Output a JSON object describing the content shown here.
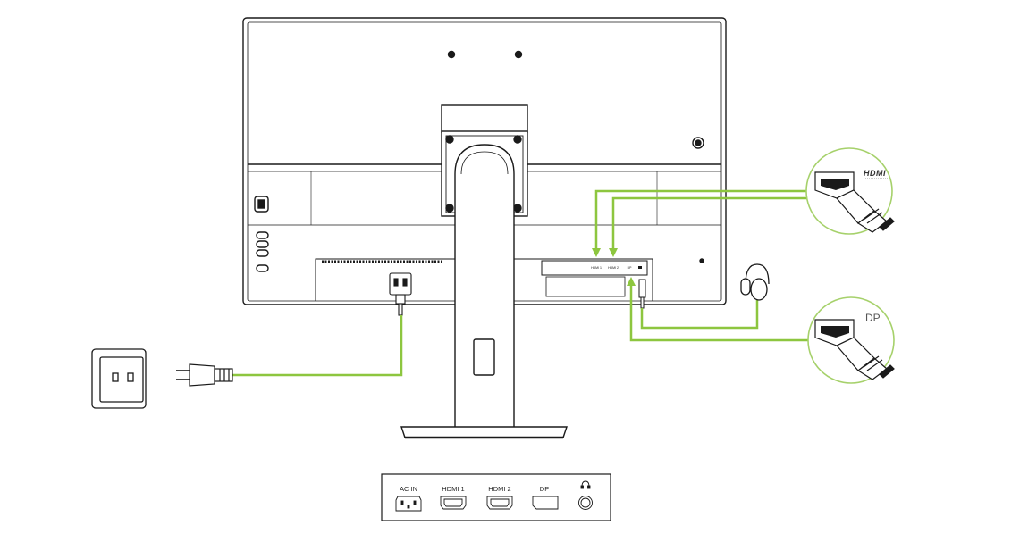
{
  "diagram": {
    "callouts": {
      "hdmi_logo": "HDMI",
      "dp_label": "DP"
    },
    "monitor_port_labels": [
      "HDMI 1",
      "HDMI 2",
      "DP"
    ],
    "port_panel": {
      "ports": [
        {
          "label": "AC IN",
          "icon": "ac-in-socket-icon"
        },
        {
          "label": "HDMI 1",
          "icon": "hdmi-port-icon"
        },
        {
          "label": "HDMI 2",
          "icon": "hdmi-port-icon"
        },
        {
          "label": "DP",
          "icon": "displayport-icon"
        },
        {
          "label": "",
          "icon": "headphone-jack-icon"
        }
      ]
    },
    "colors": {
      "cable": "#8dc63f",
      "line": "#1a1a1a",
      "callout_ring": "#a6d16b"
    }
  }
}
